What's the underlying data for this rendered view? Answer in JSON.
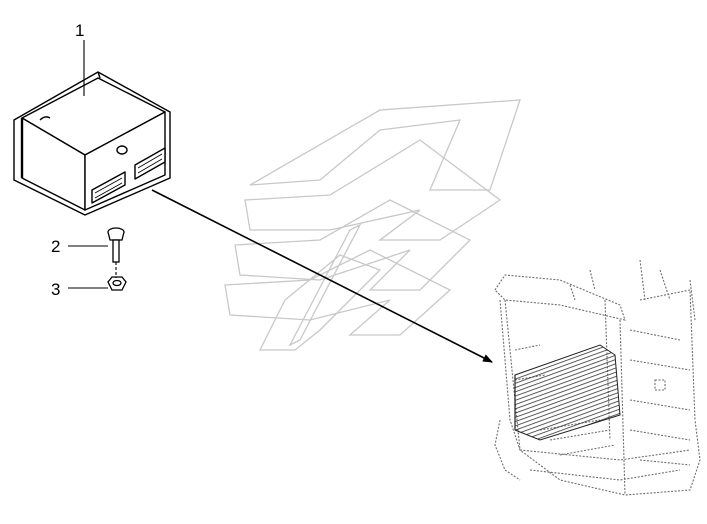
{
  "diagram": {
    "callouts": [
      {
        "label": "1",
        "part": "control-box"
      },
      {
        "label": "2",
        "part": "bolt"
      },
      {
        "label": "3",
        "part": "nut"
      }
    ],
    "colors": {
      "line": "#000000",
      "watermark": "#c8c8c8",
      "cab": "#6e6e6e",
      "background": "#ffffff"
    }
  }
}
